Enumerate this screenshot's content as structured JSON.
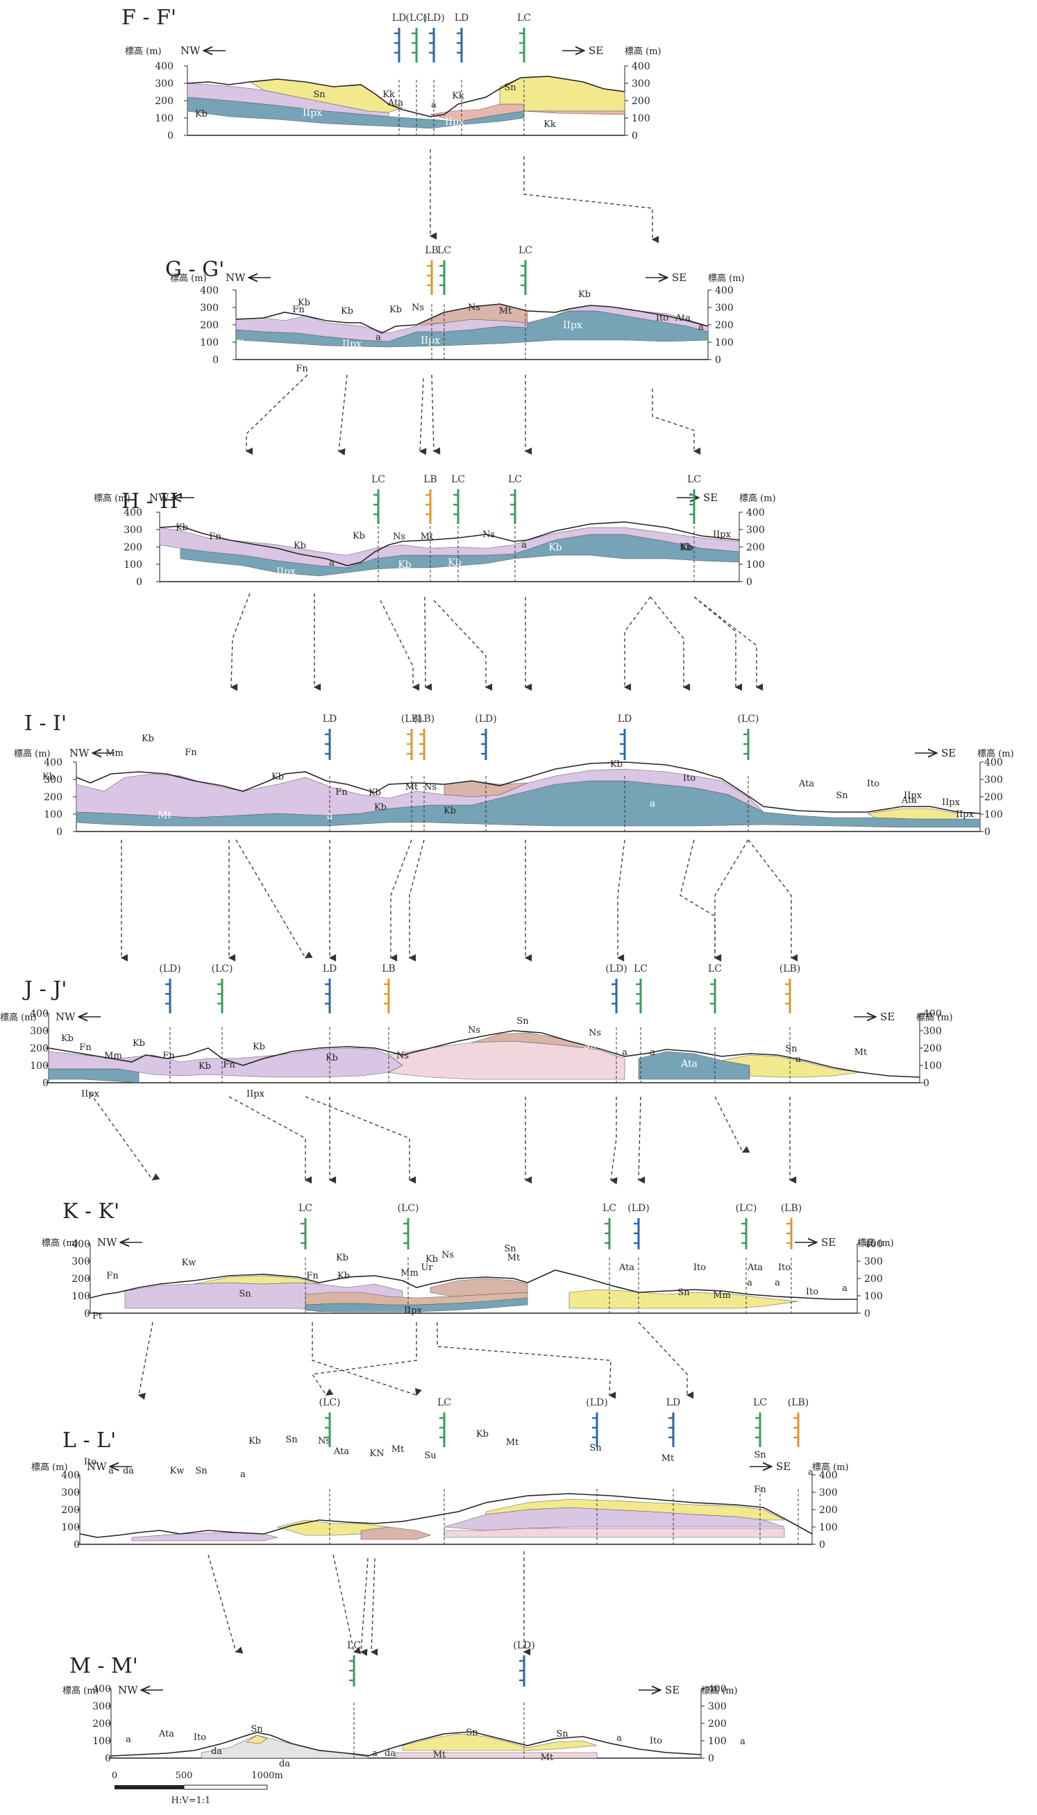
{
  "diagram": {
    "elevation_label": "標高 (m)",
    "direction_left": "NW",
    "direction_right": "SE",
    "elevation_ticks": [
      "400",
      "300",
      "200",
      "100",
      "0"
    ],
    "colors": {
      "Sn": "#f2e88a",
      "Kb": "#d9c2e3",
      "IIpx": "#6f9fb3",
      "Kk": "#e6b3a8",
      "Ata": "#e8d3a4",
      "Mt": "#f2d4dc",
      "Ns": "#d7b0a5",
      "Fn": "#c9a7b8",
      "Mn": "#d9b4a0",
      "da": "#e3e3e3",
      "LD": "#2a66a8",
      "LC": "#3a9a5c",
      "LB": "#e0962e",
      "guide": "#333333"
    },
    "sections": [
      {
        "title": "F - F'",
        "faults": [
          "LD",
          "(LC)",
          "(LD)",
          "LD",
          "LC"
        ],
        "units": [
          "Kb",
          "Sn",
          "Kk",
          "Ata",
          "a",
          "Kk",
          "IIpx",
          "IIpx",
          "Sn",
          "Kk"
        ]
      },
      {
        "title": "G - G'",
        "faults": [
          "LB",
          "LC",
          "LC"
        ],
        "units": [
          "Fn",
          "Kb",
          "Kb",
          "Kb",
          "Ns",
          "Ns",
          "Mt",
          "Kb",
          "Ito",
          "Ata",
          "IIpx",
          "IIpx",
          "IIpx",
          "IIpx",
          "Fn",
          "a",
          "a"
        ]
      },
      {
        "title": "H - H'",
        "faults": [
          "LC",
          "LB",
          "LC",
          "LC",
          "LC"
        ],
        "units": [
          "Kb",
          "Fn",
          "Kb",
          "Kb",
          "Ns",
          "Mt",
          "Ns",
          "Kb",
          "Kb",
          "Kb",
          "IIpx",
          "IIpx",
          "Kb",
          "Kb",
          "a",
          "a"
        ]
      },
      {
        "title": "I - I'",
        "faults": [
          "LD",
          "(LB)",
          "(LB)",
          "(LD)",
          "LD",
          "(LC)"
        ],
        "units": [
          "Kb",
          "Mm",
          "Kb",
          "Fn",
          "Kb",
          "Fn",
          "Kb",
          "Mt",
          "Kb",
          "Ns",
          "Kb",
          "Kb",
          "Ito",
          "Ata",
          "Sn",
          "Ito",
          "Ata",
          "IIpx",
          "IIpx",
          "IIpx",
          "Mt",
          "a",
          "a"
        ]
      },
      {
        "title": "J - J'",
        "faults": [
          "(LD)",
          "(LC)",
          "LD",
          "LB",
          "(LD)",
          "LC",
          "LC",
          "(LB)"
        ],
        "units": [
          "Kb",
          "Fn",
          "Mm",
          "Kb",
          "Fn",
          "Kb",
          "Kb",
          "Kb",
          "Ns",
          "Ns",
          "Sn",
          "Ns",
          "Sn",
          "Mt",
          "Sn",
          "Ata",
          "IIpx",
          "IIpx",
          "Fn",
          "a",
          "a",
          "a"
        ]
      },
      {
        "title": "K - K'",
        "faults": [
          "LC",
          "(LC)",
          "LC",
          "(LD)",
          "(LC)",
          "(LB)"
        ],
        "units": [
          "Fn",
          "Kw",
          "Sn",
          "Kb",
          "Fn",
          "Kb",
          "Mm",
          "Ur",
          "Kb",
          "Ns",
          "Sn",
          "Mt",
          "Ata",
          "Ito",
          "Ata",
          "Ito",
          "Ito",
          "Sn",
          "IIpx",
          "IIpx",
          "Pt",
          "Mm",
          "a",
          "a",
          "a"
        ]
      },
      {
        "title": "L - L'",
        "faults": [
          "(LC)",
          "LC",
          "(LD)",
          "LD",
          "LC",
          "(LB)"
        ],
        "units": [
          "Ito",
          "a",
          "da",
          "Kw",
          "Sn",
          "Kb",
          "Sn",
          "Ns",
          "Ata",
          "KN",
          "Mt",
          "Su",
          "Kb",
          "Mt",
          "Sn",
          "Mt",
          "Sn",
          "Fn",
          "a",
          "a"
        ]
      },
      {
        "title": "M - M'",
        "faults": [
          "LC",
          "(LD)"
        ],
        "units": [
          "a",
          "Ata",
          "Ito",
          "da",
          "Sn",
          "da",
          "a",
          "Sn",
          "Sn",
          "Mt",
          "Mt",
          "Ito",
          "da",
          "a",
          "a"
        ]
      }
    ],
    "scale": {
      "ticks": [
        "0",
        "500",
        "1000m"
      ],
      "ratio": "H:V=1:1"
    }
  }
}
